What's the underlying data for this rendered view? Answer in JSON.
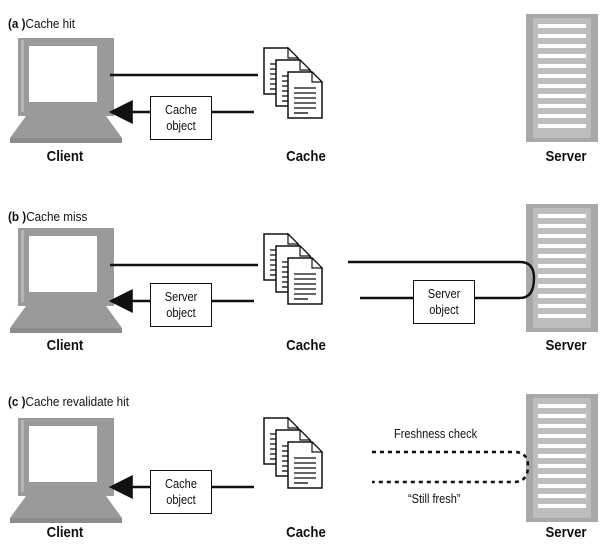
{
  "panels": [
    {
      "letter": "(a )",
      "title": "Cache hit",
      "client_label": "Client",
      "cache_label": "Cache",
      "server_label": "Server",
      "box_line1": "Cache",
      "box_line2": "object"
    },
    {
      "letter": "(b )",
      "title": "Cache miss",
      "client_label": "Client",
      "cache_label": "Cache",
      "server_label": "Server",
      "box_line1": "Server",
      "box_line2": "object",
      "server_box_line1": "Server",
      "server_box_line2": "object"
    },
    {
      "letter": "(c )",
      "title": "Cache revalidate hit",
      "client_label": "Client",
      "cache_label": "Cache",
      "server_label": "Server",
      "box_line1": "Cache",
      "box_line2": "object",
      "freshness_label": "Freshness check",
      "still_fresh_label": "“Still fresh”"
    }
  ],
  "colors": {
    "computer_gray": "#9a9a9a",
    "server_gray": "#a8a8a8",
    "line": "#111111"
  }
}
